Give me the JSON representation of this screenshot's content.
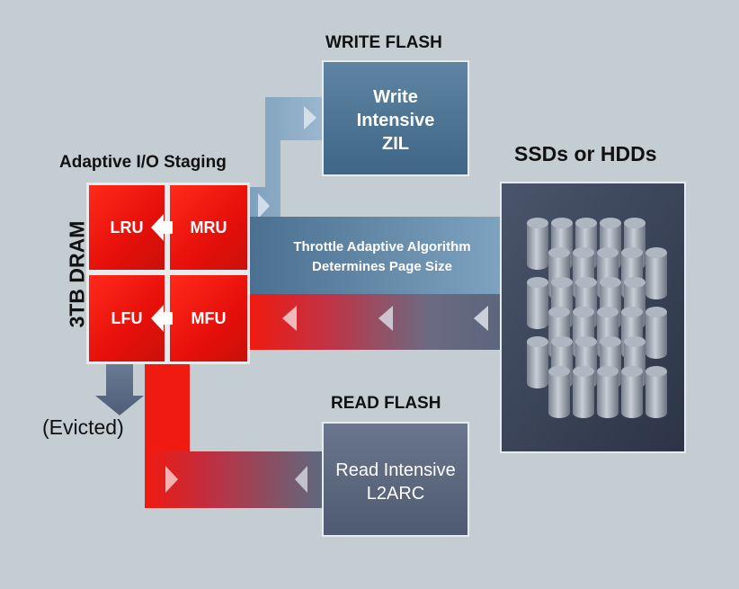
{
  "labels": {
    "write_flash": "WRITE FLASH",
    "read_flash": "READ FLASH",
    "adaptive_staging": "Adaptive I/O Staging",
    "dram": "3TB DRAM",
    "ssds": "SSDs or HDDs",
    "evicted": "(Evicted)"
  },
  "boxes": {
    "write_line1": "Write",
    "write_line2": "Intensive",
    "write_line3": "ZIL",
    "read_line1": "Read Intensive",
    "read_line2": "L2ARC"
  },
  "cells": {
    "lru": "LRU",
    "mru": "MRU",
    "lfu": "LFU",
    "mfu": "MFU"
  },
  "throttle": {
    "line1": "Throttle Adaptive Algorithm",
    "line2": "Determines Page Size"
  },
  "colors": {
    "background": "#c4cdd2",
    "red": "#f01a10",
    "steel_blue": "#4e7494",
    "slate": "#5c6a80",
    "storage": "#3a4458"
  }
}
